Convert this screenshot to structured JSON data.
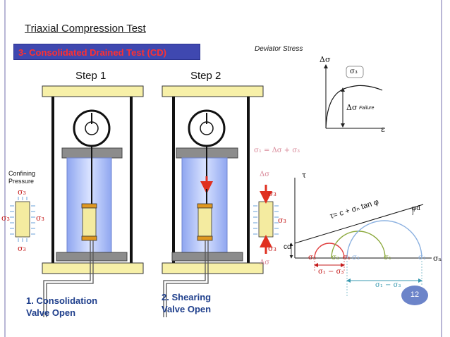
{
  "slide": {
    "title": "Triaxial Compression Test",
    "subtitle": "3- Consolidated Drained Test (CD)",
    "page_number": "12"
  },
  "steps": {
    "step1": "Step 1",
    "step2": "Step 2"
  },
  "captions": {
    "consolidation": "1. Consolidation",
    "consolidation_valve": "Valve Open",
    "shearing": "2. Shearing",
    "shearing_valve": "Valve Open"
  },
  "confining": {
    "label_line1": "Confining",
    "label_line2": "Pressure",
    "sigma3": "σ₃"
  },
  "shear_element": {
    "delta_sigma": "Δσ",
    "sigma3": "σ₃",
    "sigma1_equation": "σ₁ = Δσ + σ₃"
  },
  "stress_strain": {
    "title": "Deviator Stress",
    "y_axis_label": "Δσ",
    "x_axis_label": "ε",
    "sigma3_badge": "σ₃",
    "failure_label": "Δσ",
    "failure_subscript": "Failure"
  },
  "mohr": {
    "tau_label": "τ",
    "sigma_n_label": "σₙ",
    "envelope_equation": "τ= c + σₙ tan φ",
    "cohesion_label": "cd",
    "phi_label": "φd",
    "sigma3_labels": [
      "σ₃",
      "σ₃",
      "σ₃"
    ],
    "sigma1_labels": [
      "σ₁",
      "σ₁",
      "σ₁"
    ],
    "diff_label_1": "σ₁ − σ₃",
    "diff_label_2": "σ₁ − σ₃"
  },
  "colors": {
    "subtitle_bg": "#3f48b0",
    "subtitle_text": "#ff3030",
    "caption_text": "#1f3f8c",
    "piston_red": "#e03020",
    "circle_red": "#e04040",
    "circle_green": "#8aa83a",
    "circle_blue": "#8ab0e0",
    "specimen_yellow": "#f4eba0",
    "cap_orange": "#e09820",
    "frame_yellow": "#f7f0a8"
  }
}
